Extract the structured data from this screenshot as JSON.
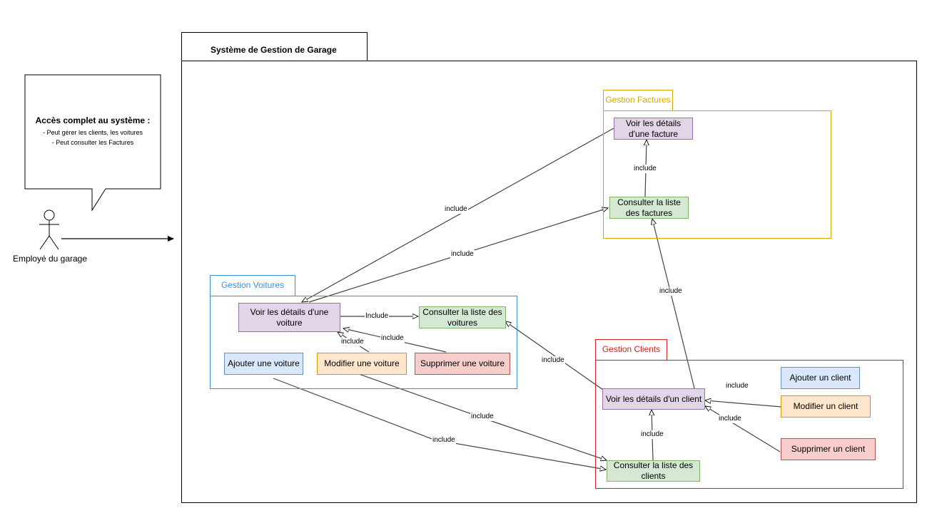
{
  "system": {
    "title": "Système de Gestion de Garage"
  },
  "actor": {
    "name": "Employé du garage"
  },
  "note": {
    "title": "Accès complet au système :",
    "lines": [
      "- Peut gérer les clients, les voitures",
      "- Peut consulter les Factures"
    ]
  },
  "packages": {
    "factures": {
      "title": "Gestion Factures",
      "color": "#d6a800"
    },
    "voitures": {
      "title": "Gestion Voitures",
      "color": "#3a8fd6"
    },
    "clients": {
      "title": "Gestion Clients",
      "color": "#d61f1f"
    }
  },
  "usecases": {
    "voir_facture": "Voir les détails d'une facture",
    "liste_factures": "Consulter la liste des factures",
    "voir_voiture": "Voir les détails d'une voiture",
    "liste_voitures": "Consulter la liste des voitures",
    "ajouter_voiture": "Ajouter une voiture",
    "modifier_voiture": "Modifier une voiture",
    "supprimer_voiture": "Supprimer une voiture",
    "voir_client": "Voir les détails d'un client",
    "liste_clients": "Consulter la liste des clients",
    "ajouter_client": "Ajouter un client",
    "modifier_client": "Modifier un client",
    "supprimer_client": "Supprimer un client"
  },
  "labels": {
    "include": "include",
    "include_cap": "Include"
  }
}
